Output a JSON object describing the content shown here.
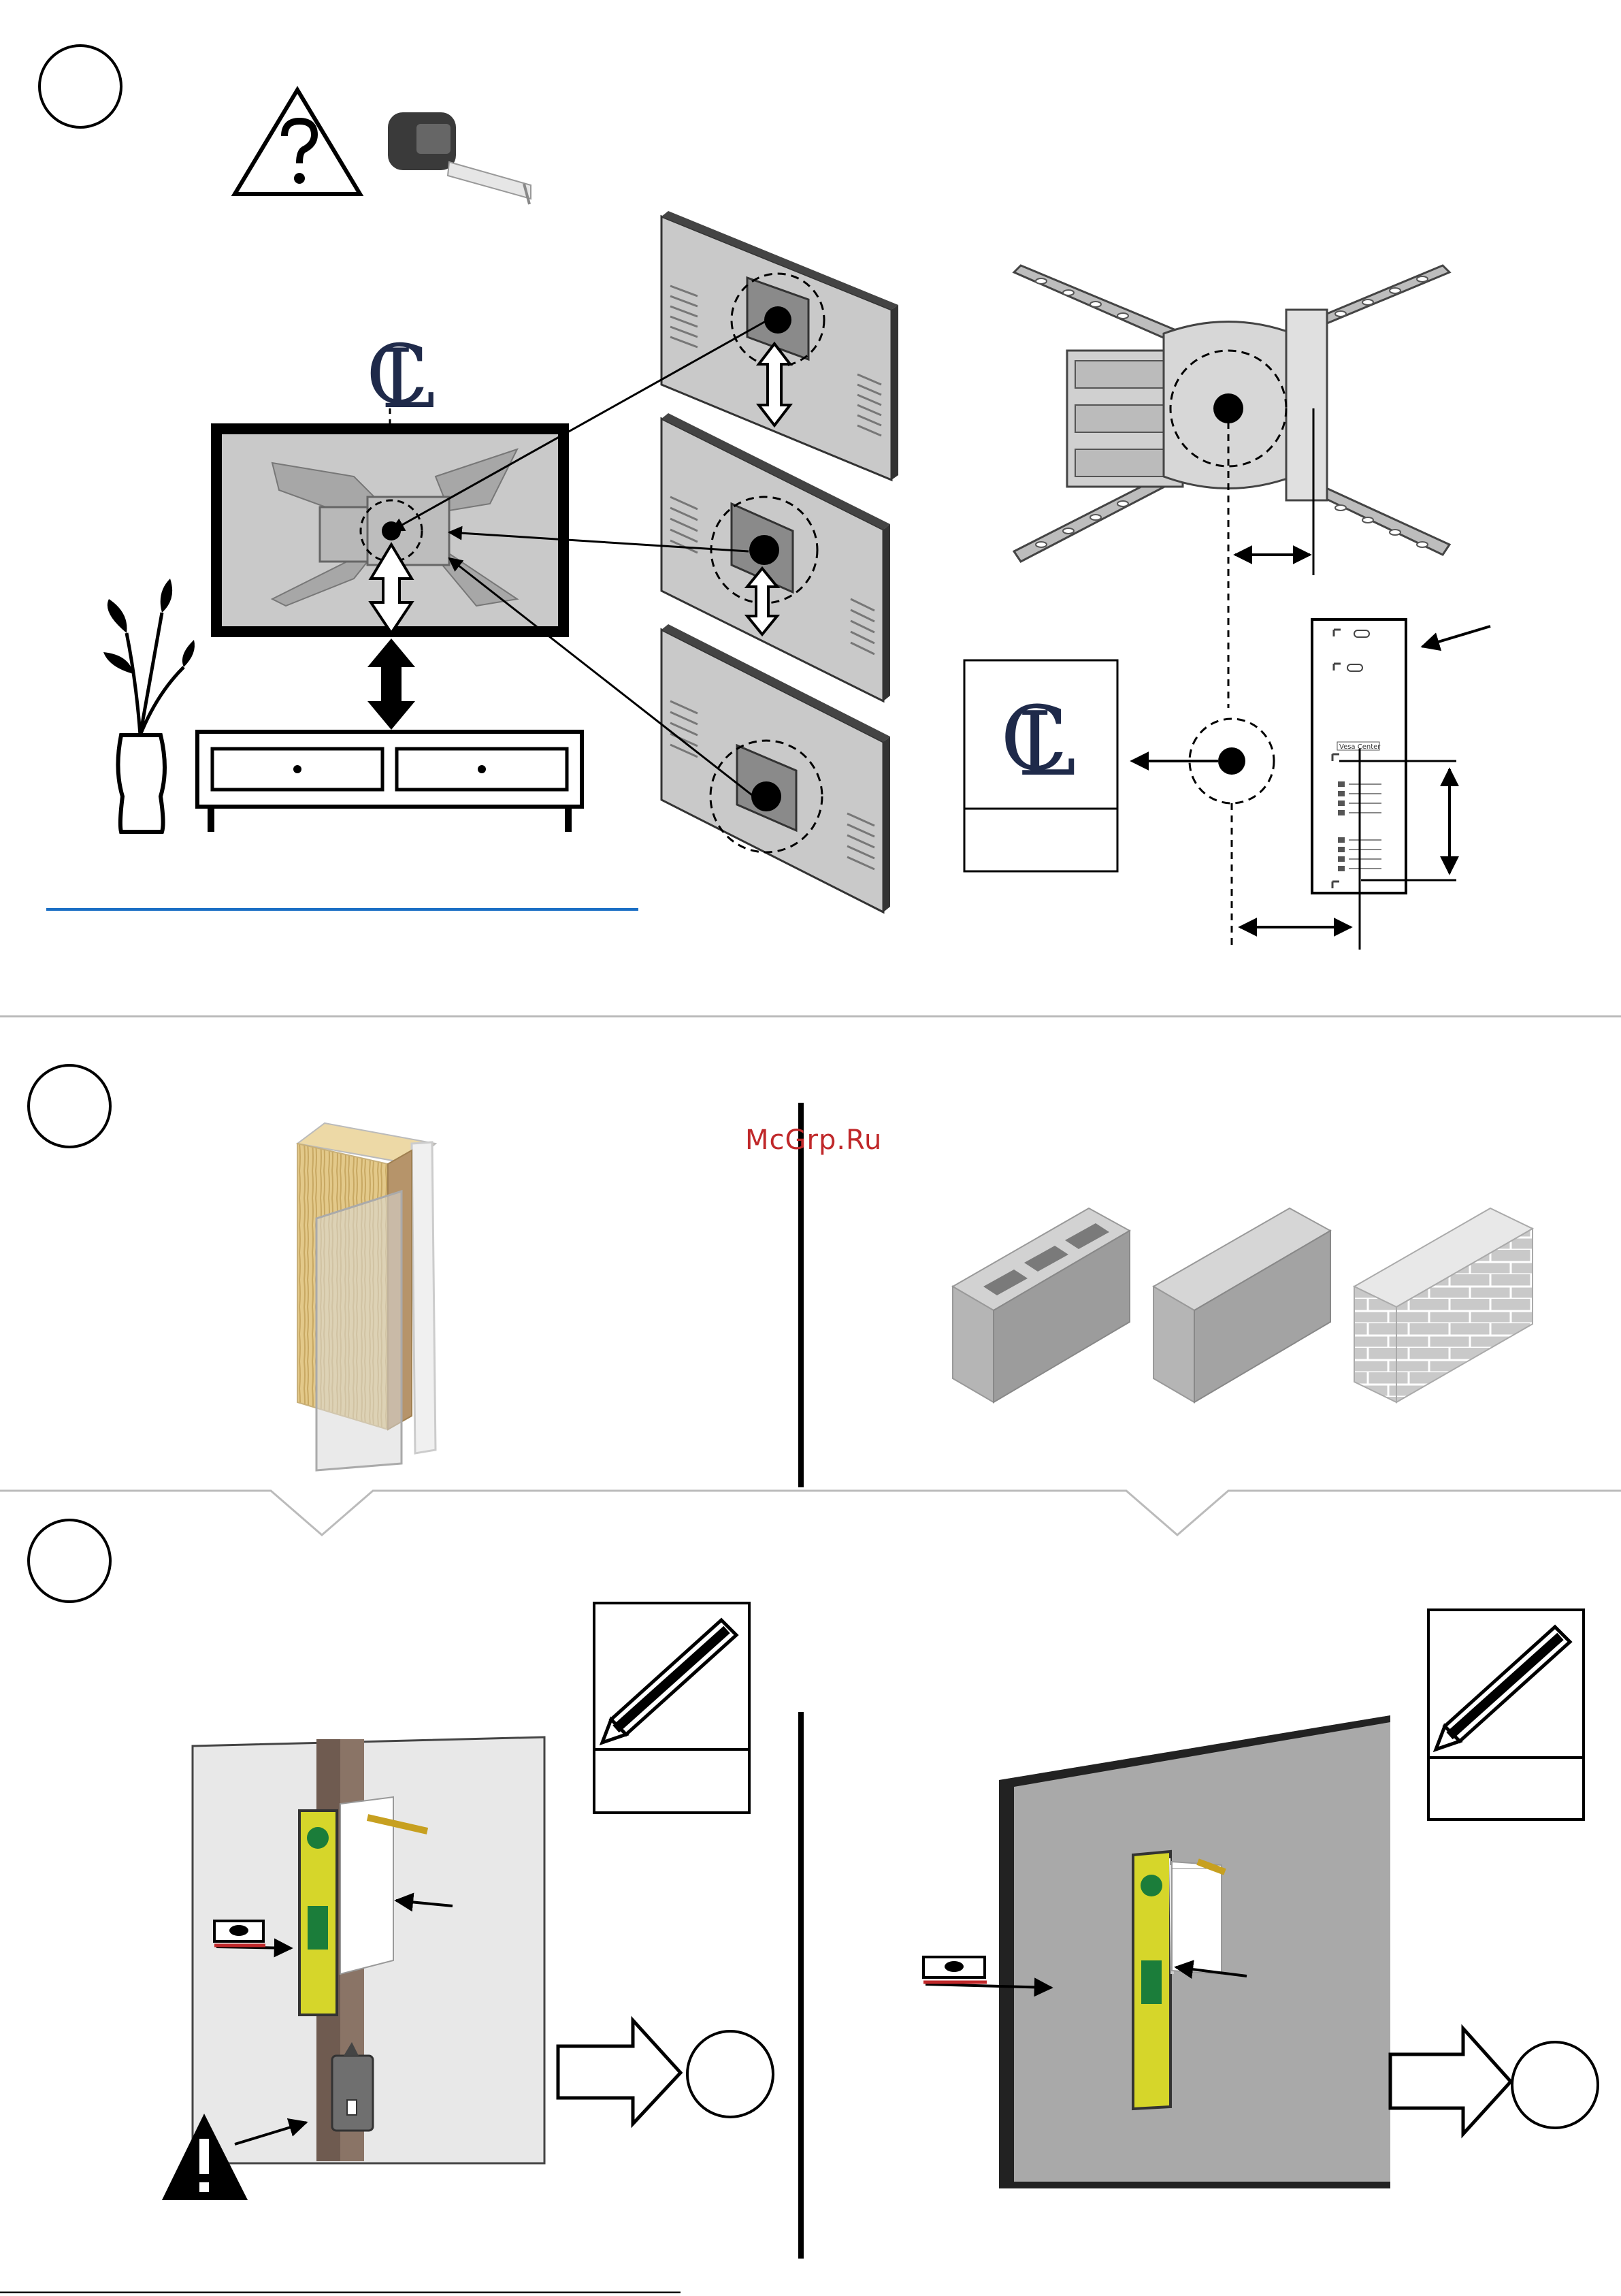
{
  "watermark": "McGrp.Ru",
  "template_sheet": {
    "vesa_center_label": "Vesa Center"
  },
  "centerline_symbol": "CL",
  "colors": {
    "line": "#000000",
    "panel_gray": "#c8c8c8",
    "wall_gray": "#a9a9a9",
    "blue_rule": "#1a6ec4",
    "watermark": "#c0282a",
    "level_yellow": "#d6d62a"
  },
  "icons": [
    "question-warning-icon",
    "tape-measure-icon",
    "pencil-icon",
    "warning-icon",
    "bubble-level-icon",
    "next-step-arrow-icon",
    "plant-icon"
  ]
}
